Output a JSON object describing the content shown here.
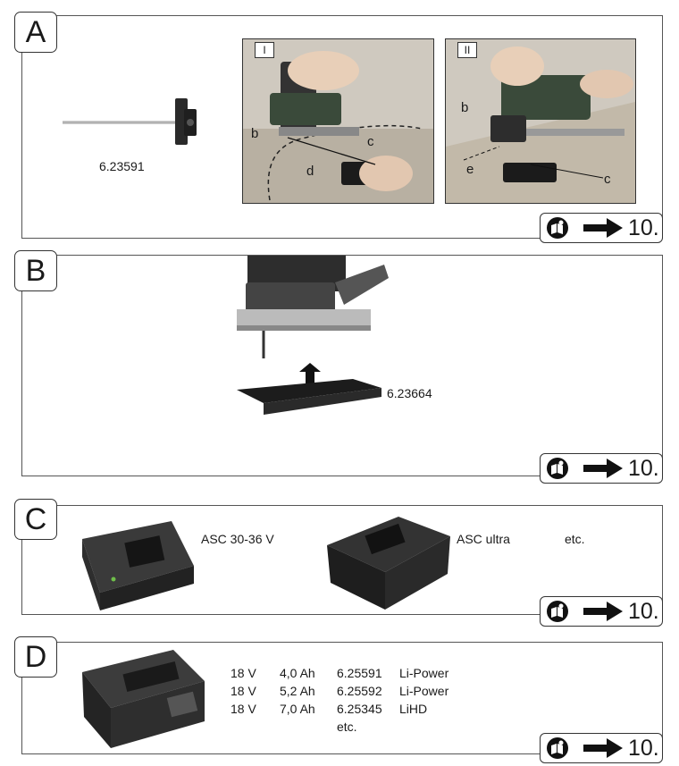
{
  "sections": {
    "a": {
      "letter": "A",
      "part_number": "6.23591",
      "panel_1": "I",
      "panel_2": "II",
      "callouts": {
        "b1": "b",
        "c1": "c",
        "d": "d",
        "b2": "b",
        "e": "e",
        "c2": "c"
      },
      "ref": "10."
    },
    "b": {
      "letter": "B",
      "part_number": "6.23664",
      "ref": "10."
    },
    "c": {
      "letter": "C",
      "charger_1": "ASC 30-36 V",
      "charger_2": "ASC ultra",
      "etc": "etc.",
      "ref": "10."
    },
    "d": {
      "letter": "D",
      "batteries": [
        {
          "voltage": "18 V",
          "capacity": "4,0 Ah",
          "part": "6.25591",
          "type": "Li-Power"
        },
        {
          "voltage": "18 V",
          "capacity": "5,2 Ah",
          "part": "6.25592",
          "type": "Li-Power"
        },
        {
          "voltage": "18 V",
          "capacity": "7,0 Ah",
          "part": "6.25345",
          "type": "LiHD"
        }
      ],
      "etc": "etc.",
      "ref": "10."
    }
  },
  "icons": [
    "read-manual-icon",
    "arrow-right-icon"
  ],
  "colors": {
    "line": "#333333",
    "tool_green": "#3a4a3a",
    "photo_bg": "#d8d4cc"
  }
}
